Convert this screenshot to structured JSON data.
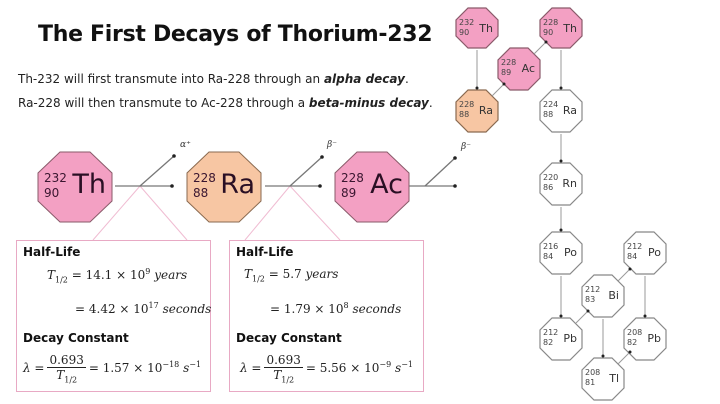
{
  "title": "The First Decays of Thorium-232",
  "intro": {
    "line1_prefix": "Th-232 will first transmute into Ra-228 through an ",
    "line1_emph": "alpha decay",
    "line1_suffix": ".",
    "line2_prefix": "Ra-228 will then transmute to Ac-228 through a ",
    "line2_emph": "beta-minus decay",
    "line2_suffix": "."
  },
  "main_chain": [
    {
      "mass": "232",
      "atomic": "90",
      "symbol": "Th",
      "color": "#f3a0c3"
    },
    {
      "mass": "228",
      "atomic": "88",
      "symbol": "Ra",
      "color": "#f7c6a3"
    },
    {
      "mass": "228",
      "atomic": "89",
      "symbol": "Ac",
      "color": "#f3a0c3"
    }
  ],
  "decay_labels": [
    "α⁺",
    "β⁻",
    "β⁻"
  ],
  "boxes": [
    {
      "heading_halflife": "Half-Life",
      "t_label": "T",
      "t_sub": "1/2",
      "halflife_years": "= 14.1 × 10",
      "halflife_years_exp": "9",
      "halflife_years_unit": "years",
      "halflife_seconds": "= 4.42 × 10",
      "halflife_seconds_exp": "17",
      "halflife_seconds_unit": "seconds",
      "heading_decay": "Decay Constant",
      "lambda": "λ =",
      "numerator": "0.693",
      "result": "= 1.57 × 10",
      "result_exp": "−18",
      "result_unit": "s",
      "result_unit_exp": "−1"
    },
    {
      "heading_halflife": "Half-Life",
      "t_label": "T",
      "t_sub": "1/2",
      "halflife_years": "= 5.7",
      "halflife_years_exp": "",
      "halflife_years_unit": "years",
      "halflife_seconds": "= 1.79 × 10",
      "halflife_seconds_exp": "8",
      "halflife_seconds_unit": "seconds",
      "heading_decay": "Decay Constant",
      "lambda": "λ =",
      "numerator": "0.693",
      "result": "= 5.56 × 10",
      "result_exp": "−9",
      "result_unit": "s",
      "result_unit_exp": "−1"
    }
  ],
  "series_nuclides": [
    {
      "mass": "232",
      "atomic": "90",
      "symbol": "Th",
      "color": "#f3a0c3"
    },
    {
      "mass": "228",
      "atomic": "89",
      "symbol": "Ac",
      "color": "#f3a0c3"
    },
    {
      "mass": "228",
      "atomic": "90",
      "symbol": "Th",
      "color": "#f3a0c3"
    },
    {
      "mass": "228",
      "atomic": "88",
      "symbol": "Ra",
      "color": "#f7c6a3"
    },
    {
      "mass": "224",
      "atomic": "88",
      "symbol": "Ra",
      "color": "#ffffff"
    },
    {
      "mass": "220",
      "atomic": "86",
      "symbol": "Rn",
      "color": "#ffffff"
    },
    {
      "mass": "216",
      "atomic": "84",
      "symbol": "Po",
      "color": "#ffffff"
    },
    {
      "mass": "212",
      "atomic": "84",
      "symbol": "Po",
      "color": "#ffffff"
    },
    {
      "mass": "212",
      "atomic": "83",
      "symbol": "Bi",
      "color": "#ffffff"
    },
    {
      "mass": "212",
      "atomic": "82",
      "symbol": "Pb",
      "color": "#ffffff"
    },
    {
      "mass": "208",
      "atomic": "82",
      "symbol": "Pb",
      "color": "#ffffff"
    },
    {
      "mass": "208",
      "atomic": "81",
      "symbol": "Tl",
      "color": "#ffffff"
    }
  ],
  "colors": {
    "thorium_pink": "#f3a0c3",
    "radium_orange": "#f7c6a3",
    "box_border": "#e8a9c4",
    "octagon_stroke": "#8a6a70"
  }
}
